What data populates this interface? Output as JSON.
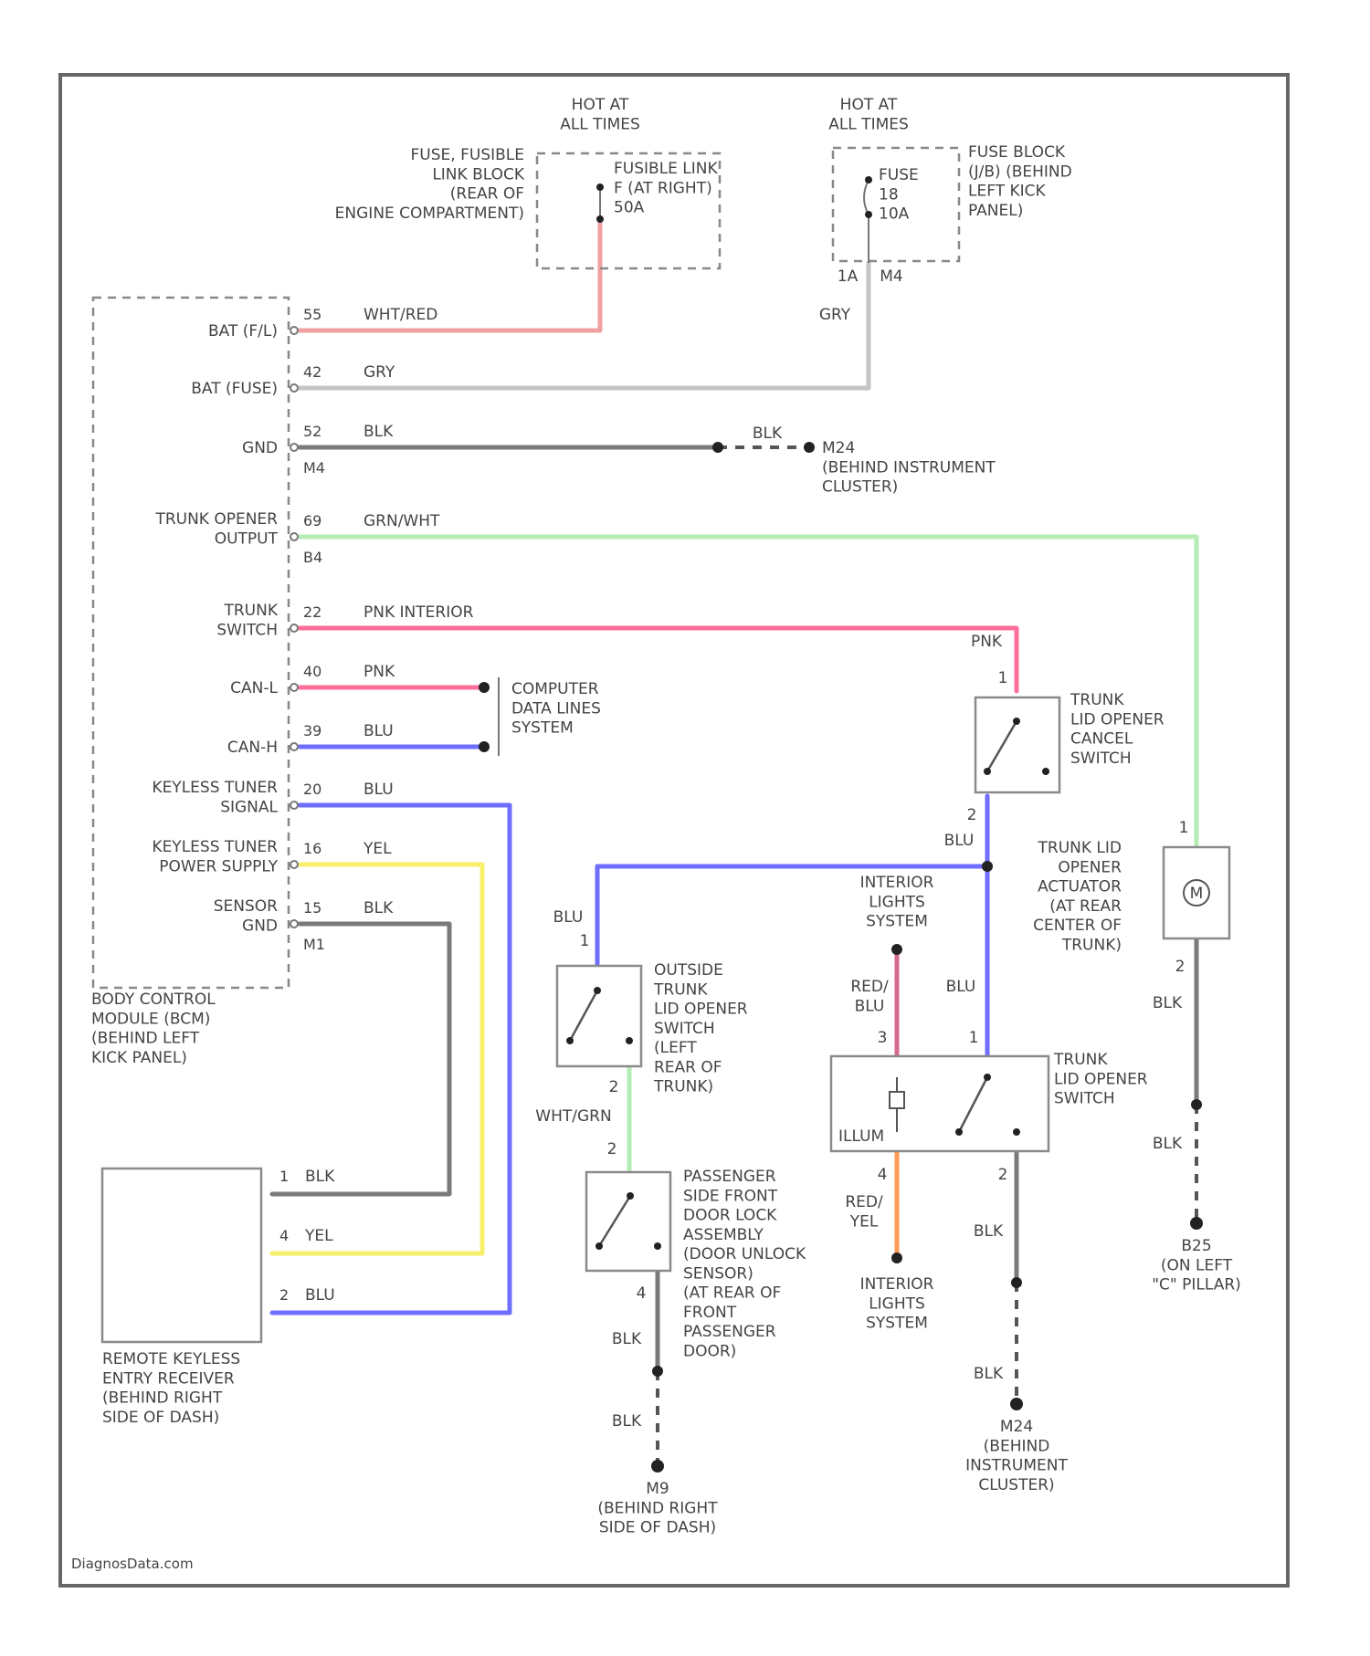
{
  "colors": {
    "wht_red": "#f0a0a0",
    "gry": "#c4c4c4",
    "blk": "#7a7a7a",
    "grn_wht": "#b4ecb4",
    "pnk": "#ff6f9a",
    "blu": "#6e6eff",
    "yel": "#f7f06a",
    "red_blu": "#d46a8c",
    "red_yel": "#ff9a55"
  },
  "hot_left": "HOT AT\nALL TIMES",
  "hot_right": "HOT AT\nALL TIMES",
  "fusible_block_label": "FUSE, FUSIBLE\nLINK BLOCK\n(REAR OF\nENGINE COMPARTMENT)",
  "fusible_link": "FUSIBLE LINK\nF (AT RIGHT)\n50A",
  "fuse_name": "FUSE\n18\n10A",
  "fuse_block_label": "FUSE BLOCK\n(J/B) (BEHIND\nLEFT KICK\nPANEL)",
  "fuse_conn": {
    "pin": "1A",
    "conn": "M4"
  },
  "gry_label": "GRY",
  "bcm": {
    "label": "BODY CONTROL\nMODULE (BCM)\n(BEHIND LEFT\nKICK PANEL)",
    "pins": [
      {
        "name": "BAT (F/L)",
        "pin": "55",
        "color": "WHT/RED"
      },
      {
        "name": "BAT (FUSE)",
        "pin": "42",
        "color": "GRY"
      },
      {
        "name": "GND",
        "pin": "52",
        "color": "BLK",
        "conn": "M4"
      },
      {
        "name": "TRUNK OPENER\nOUTPUT",
        "pin": "69",
        "color": "GRN/WHT",
        "conn": "B4"
      },
      {
        "name": "TRUNK\nSWITCH",
        "pin": "22",
        "color": "PNK INTERIOR"
      },
      {
        "name": "CAN-L",
        "pin": "40",
        "color": "PNK"
      },
      {
        "name": "CAN-H",
        "pin": "39",
        "color": "BLU"
      },
      {
        "name": "KEYLESS TUNER\nSIGNAL",
        "pin": "20",
        "color": "BLU"
      },
      {
        "name": "KEYLESS TUNER\nPOWER SUPPLY",
        "pin": "16",
        "color": "YEL"
      },
      {
        "name": "SENSOR\nGND",
        "pin": "15",
        "color": "BLK",
        "conn": "M1"
      }
    ]
  },
  "gnd_splice": {
    "color": "BLK",
    "label": "M24\n(BEHIND INSTRUMENT\nCLUSTER)"
  },
  "computer_data": "COMPUTER\nDATA LINES\nSYSTEM",
  "cancel_switch": {
    "label": "TRUNK\nLID OPENER\nCANCEL\nSWITCH",
    "pin_top": "1",
    "pin_bot": "2",
    "wire_in": "PNK",
    "wire_out": "BLU"
  },
  "actuator": {
    "label": "TRUNK LID\nOPENER\nACTUATOR\n(AT REAR\nCENTER OF\nTRUNK)",
    "pin_top": "1",
    "pin_bot": "2",
    "motor": "M",
    "wire_out": "BLK"
  },
  "outside_switch": {
    "label": "OUTSIDE\nTRUNK\nLID OPENER\nSWITCH\n(LEFT\nREAR OF\nTRUNK)",
    "pin_top": "1",
    "pin_bot": "2",
    "wire_in": "BLU",
    "wire_out": "WHT/GRN"
  },
  "interior_lights_top": "INTERIOR\nLIGHTS\nSYSTEM",
  "interior_lights_bottom": "INTERIOR\nLIGHTS\nSYSTEM",
  "trunk_switch": {
    "label": "TRUNK\nLID OPENER\nSWITCH",
    "illum": "ILLUM",
    "pins": [
      "3",
      "1",
      "4",
      "2"
    ],
    "wire_left_in": "RED/\nBLU",
    "wire_right_in": "BLU",
    "wire_left_out": "RED/\nYEL",
    "wire_right_out": "BLK"
  },
  "passenger_lock": {
    "label": "PASSENGER\nSIDE FRONT\nDOOR LOCK\nASSEMBLY\n(DOOR UNLOCK\nSENSOR)\n(AT REAR OF\nFRONT\nPASSENGER\nDOOR)",
    "pin_top": "2",
    "pin_bot": "4",
    "wire_out": "BLK",
    "wire_out2": "BLK"
  },
  "ground_m9": "M9\n(BEHIND RIGHT\nSIDE OF DASH)",
  "ground_m24": "M24\n(BEHIND\nINSTRUMENT\nCLUSTER)",
  "ground_b25": "B25\n(ON LEFT\n\"C\" PILLAR)",
  "blk_labels": [
    "BLK",
    "BLK",
    "BLK",
    "BLK"
  ],
  "rke": {
    "label": "REMOTE KEYLESS\nENTRY RECEIVER\n(BEHIND RIGHT\nSIDE OF DASH)",
    "pins": [
      {
        "pin": "1",
        "color": "BLK"
      },
      {
        "pin": "4",
        "color": "YEL"
      },
      {
        "pin": "2",
        "color": "BLU"
      }
    ]
  },
  "footer": "DiagnosData.com"
}
